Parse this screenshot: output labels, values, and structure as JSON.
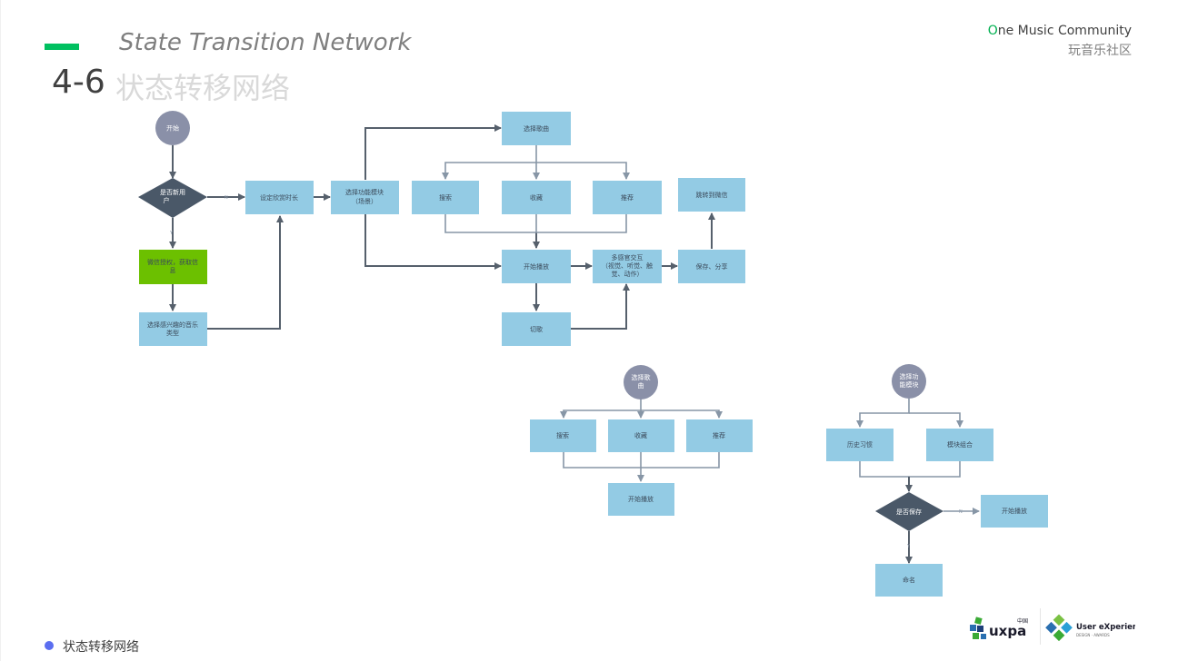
{
  "header": {
    "subtitle_en": "State Transition Network",
    "title_number": "4-6",
    "title_cn": "状态转移网络"
  },
  "brand": {
    "en_first_letter": "O",
    "en_rest": "ne Music Community",
    "cn": "玩音乐社区"
  },
  "footer": {
    "label": "状态转移网络"
  },
  "logos": {
    "uxpa_text": "uxpa",
    "uxpa_cn": "中国",
    "ue_text": "User eXperience",
    "ue_sub": "DESIGN · AWARDS"
  },
  "colors": {
    "accent": "#00c060",
    "box": "#93cbe4",
    "green_box": "#6cc000",
    "decision": "#4a5868",
    "circle": "#8a90a8",
    "edge": "#56606c",
    "edge_light": "#8796a6"
  },
  "diagram": {
    "main": {
      "start": "开始",
      "is_new_user": [
        "是否新用",
        "户"
      ],
      "wechat_auth": [
        "微信授权，获取信",
        "息"
      ],
      "choose_music_type": [
        "选择感兴趣的音乐",
        "类型"
      ],
      "set_duration": "设定欣赏时长",
      "choose_module": [
        "选择功能模块",
        "（场景）"
      ],
      "choose_song": "选择歌曲",
      "search": "搜索",
      "favorites": "收藏",
      "recommend": "推荐",
      "start_play": "开始播放",
      "multi_sense": [
        "多感官交互",
        "（视觉、听觉、触",
        "觉、动作）"
      ],
      "save_share": "保存、分享",
      "jump_wechat": "跳转到微信",
      "switch_song": "切歌",
      "label_n": "N",
      "label_y": "Y"
    },
    "sub_song": {
      "start": [
        "选择歌",
        "曲"
      ],
      "search": "搜索",
      "favorites": "收藏",
      "recommend": "推荐",
      "start_play": "开始播放"
    },
    "sub_module": {
      "start": [
        "选择功",
        "能模块"
      ],
      "history": "历史习惯",
      "module_combo": "模块组合",
      "is_save": "是否保存",
      "start_play": "开始播放",
      "name": "命名",
      "label_n": "N",
      "label_y": "Y"
    }
  }
}
